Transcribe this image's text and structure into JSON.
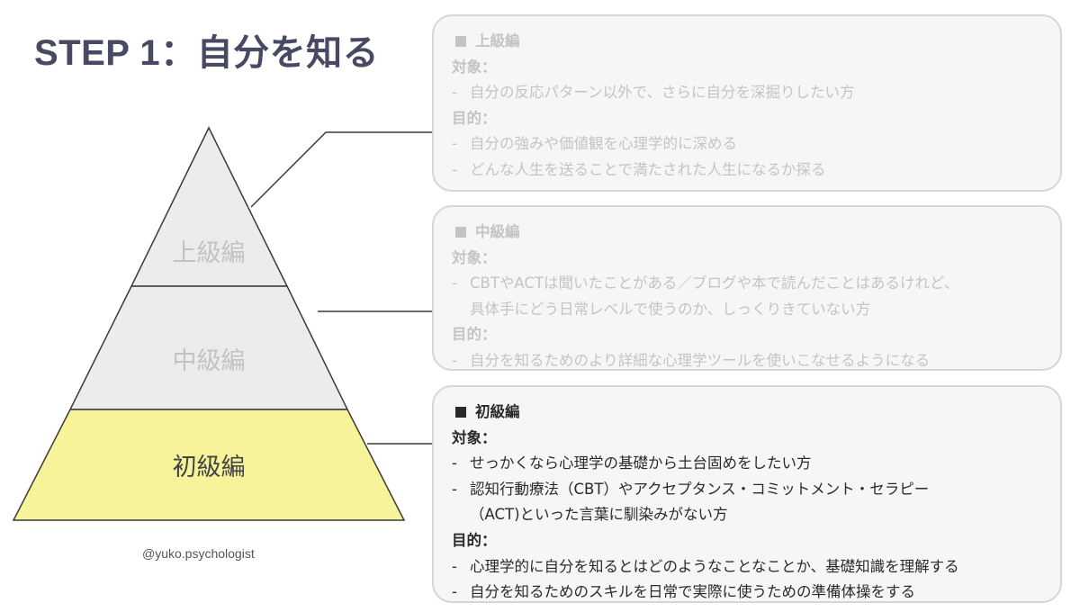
{
  "title": "STEP 1：自分を知る",
  "credit": "@yuko.psychologist",
  "colors": {
    "title": "#484a63",
    "tier_fill": "#ececec",
    "tier_base_fill": "#f7f39a",
    "outline": "#3a3a3a",
    "dim_text": "#c4c4c4",
    "active_text": "#2a2a2a"
  },
  "pyramid": {
    "top_label": "上級編",
    "middle_label": "中級編",
    "bottom_label": "初級編"
  },
  "cards": {
    "advanced": {
      "heading": "上級編",
      "target_label": "対象：",
      "target_items": [
        "自分の反応パターン以外で、さらに自分を深掘りしたい方"
      ],
      "goal_label": "目的：",
      "goal_items": [
        "自分の強みや価値観を心理学的に深める",
        "どんな人生を送ることで満たされた人生になるか探る"
      ]
    },
    "intermediate": {
      "heading": "中級編",
      "target_label": "対象：",
      "target_item_1": "CBTやACTは聞いたことがある／ブログや本で読んだことはあるけれど、",
      "target_item_1_cont": "具体手にどう日常レベルで使うのか、しっくりきていない方",
      "goal_label": "目的：",
      "goal_items": [
        "自分を知るためのより詳細な心理学ツールを使いこなせるようになる"
      ]
    },
    "beginner": {
      "heading": "初級編",
      "target_label": "対象：",
      "target_item_1": "せっかくなら心理学の基礎から土台固めをしたい方",
      "target_item_2": "認知行動療法（CBT）やアクセプタンス・コミットメント・セラピー",
      "target_item_2_cont": "（ACT)といった言葉に馴染みがない方",
      "goal_label": "目的：",
      "goal_items": [
        "心理学的に自分を知るとはどのようなことなことか、基礎知識を理解する",
        "自分を知るためのスキルを日常で実際に使うための準備体操をする"
      ]
    }
  }
}
